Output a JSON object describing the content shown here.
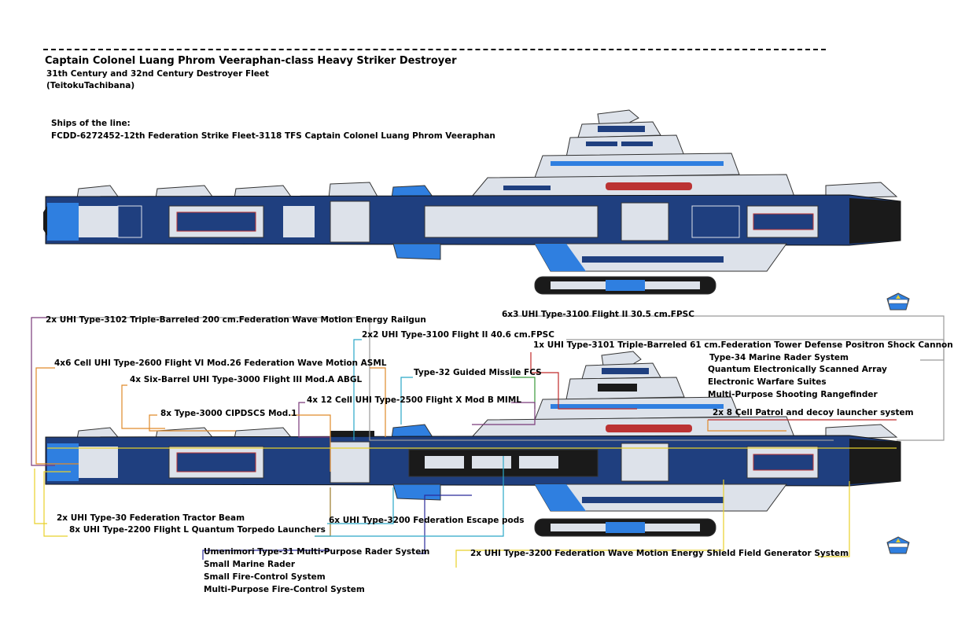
{
  "header": {
    "title": "Captain Colonel Luang Phrom Veeraphan-class Heavy Striker Destroyer",
    "subtitle": "31th Century and 32nd Century Destroyer Fleet",
    "author": "(TeitokuTachibana)",
    "ships_heading": "Ships of the line:",
    "ship_entry": "FCDD-6272452-12th Federation Strike Fleet-3118 TFS Captain Colonel Luang Phrom Veeraphan"
  },
  "callouts": {
    "railgun": "2x UHI Type-3102 Triple-Barreled 200 cm.Federation Wave Motion Energy Railgun",
    "fpsc_30": "6x3 UHI Type-3100 Flight II 30.5 cm.FPSC",
    "fpsc_40": "2x2 UHI Type-3100 Flight II 40.6 cm.FPSC",
    "positron": "1x UHI Type-3101 Triple-Barreled 61 cm.Federation Tower Defense Positron Shock Cannon",
    "asml": "4x6 Cell UHI Type-2600 Flight VI Mod.26 Federation Wave Motion ASML",
    "missile_fcs": "Type-32 Guided Missile FCS",
    "radar_34": "Type-34 Marine Rader System",
    "qesa": "Quantum Electronically Scanned Array",
    "ews": "Electronic Warfare Suites",
    "rangefinder": "Multi-Purpose Shooting Rangefinder",
    "abgl": "4x Six-Barrel UHI Type-3000 Flight III Mod.A ABGL",
    "miml": "4x 12 Cell UHI Type-2500 Flight X Mod B MIML",
    "ciws": "8x Type-3000 CIPDSCS Mod.1",
    "decoy": "2x 8 Cell Patrol and decoy launcher system",
    "tractor": "2x UHI Type-30 Federation Tractor Beam",
    "torpedo": "8x UHI Type-2200 Flight L  Quantum Torpedo Launchers",
    "escape": "6x UHI Type-3200 Federation Escape pods",
    "radar_31": "Umenimori Type-31 Multi-Purpose Rader System",
    "small_radar": "Small Marine Rader",
    "small_fcs": "Small Fire-Control System",
    "mp_fcs": "Multi-Purpose Fire-Control System",
    "shield": "2x UHI Type-3200 Federation Wave Motion Energy Shield Field Generator System"
  },
  "colors": {
    "hull_navy": "#1f3f7f",
    "hull_light": "#dde2ea",
    "accent_blue": "#2f7fe0",
    "exhaust": "#1a1a1a",
    "line_purple": "#7a3a7a",
    "line_orange": "#e08a2a",
    "line_cyan": "#2aa8c8",
    "line_green": "#3a9a3a",
    "line_red": "#c02a2a",
    "line_yellow": "#e8d02a",
    "line_gray": "#9a9a9a",
    "line_navy": "#2a2a9a",
    "line_olive": "#9a7a2a"
  },
  "icons": [
    "federation-emblem-icon",
    "federation-emblem-icon"
  ]
}
